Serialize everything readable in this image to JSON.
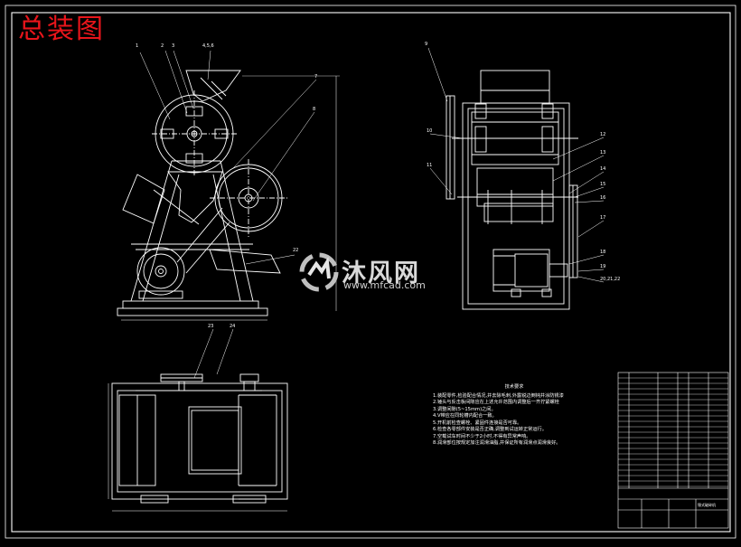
{
  "drawing": {
    "title": "总装图",
    "watermark": {
      "brand": "沐风网",
      "url": "www.mfcad.com"
    },
    "technical_requirements": {
      "heading": "技术要求",
      "items": [
        "1.装配零件,检验配合情况,并去除毛刺,外露锐边倒钝并涂防锈漆",
        "2.锤头与反击板间隙应在上述允许范围内调整后一齐拧紧螺栓",
        "3.调整间隙(5~15mm)之间。",
        "4.V带应在同轮槽内配合一致。",
        "5.开机前检查螺栓、紧固件连接是否可靠。",
        "6.检查各零部件安装是否正确,调整到试运转正常运行。",
        "7.空载试车时间不少于2小时,不得有异常声响。",
        "8.润滑部位按规定加注润滑油脂,并保证所有润滑点润滑良好。"
      ]
    },
    "part_callouts": {
      "front": [
        "1",
        "2",
        "3",
        "4,5,6",
        "7",
        "8",
        "22"
      ],
      "side": [
        "9",
        "10",
        "11",
        "12",
        "13",
        "14",
        "15",
        "16",
        "17",
        "18",
        "19",
        "20,21,22"
      ],
      "plan": [
        "23",
        "24"
      ]
    },
    "title_block": {
      "name": "锤式破碎机"
    }
  }
}
